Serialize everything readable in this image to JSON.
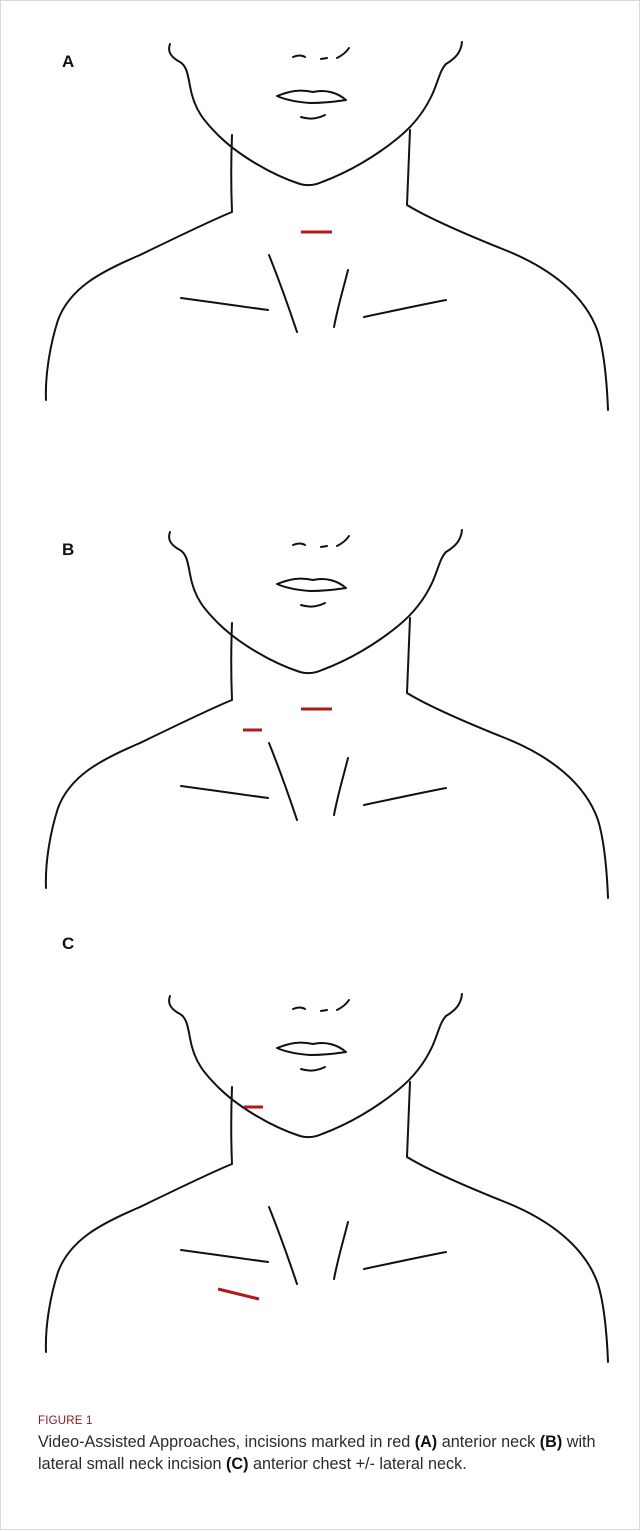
{
  "figure": {
    "panels": [
      {
        "label": "A",
        "incisions": [
          "anterior-neck"
        ]
      },
      {
        "label": "B",
        "incisions": [
          "anterior-neck",
          "lateral-neck"
        ]
      },
      {
        "label": "C",
        "incisions": [
          "lateral-neck",
          "anterior-chest"
        ]
      }
    ],
    "incision_color": "#b01a1a",
    "line_color": "#111111"
  },
  "caption": {
    "figure_number": "FIGURE 1",
    "intro": "Video-Assisted Approaches, incisions marked in red ",
    "a_label": "(A)",
    "a_text": " anterior neck ",
    "b_label": "(B)",
    "b_text": " with lateral small neck incision ",
    "c_label": "(C)",
    "c_text": " anterior chest +/- lateral neck."
  }
}
